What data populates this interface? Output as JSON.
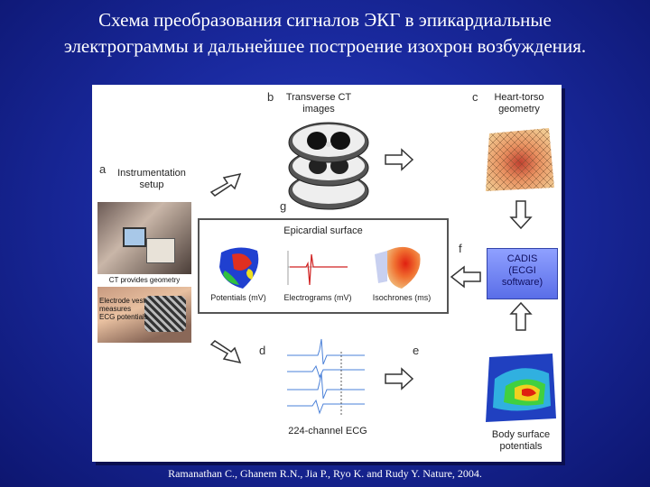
{
  "title": {
    "line1": "Схема преобразования сигналов ЭКГ в эпикардиальные",
    "line2": "электрограммы и дальнейшее построение изохрон возбуждения."
  },
  "figure": {
    "letters": {
      "a": "a",
      "b": "b",
      "c": "c",
      "d": "d",
      "e": "e",
      "f": "f",
      "g": "g"
    },
    "instrumentation": {
      "line1": "Instrumentation",
      "line2": "setup"
    },
    "ct_images": {
      "line1": "Transverse CT",
      "line2": "images"
    },
    "geometry": {
      "line1": "Heart-torso",
      "line2": "geometry"
    },
    "ct_provides": "CT provides geometry",
    "electrode_vest": {
      "line1": "Electrode vest",
      "line2": "measures",
      "line3": "ECG potentials"
    },
    "epicardial_surface": "Epicardial surface",
    "potentials": "Potentials (mV)",
    "electrograms": "Electrograms (mV)",
    "isochrones": "Isochrones (ms)",
    "cadis": {
      "line1": "CADIS",
      "line2": "(ECGI",
      "line3": "software)"
    },
    "ecg_224": "224-channel ECG",
    "body_surface": {
      "line1": "Body surface",
      "line2": "potentials"
    }
  },
  "citation": "Ramanathan C., Ghanem R.N., Jia P., Ryo K. and Rudy Y. Nature, 2004."
}
